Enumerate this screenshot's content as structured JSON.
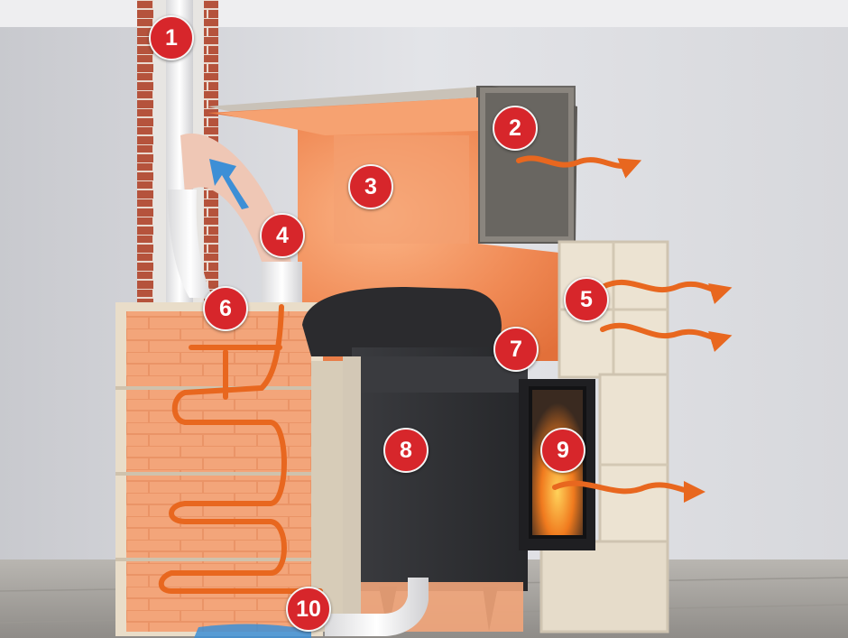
{
  "colors": {
    "wall": "#dcdde1",
    "floor": "#a9a6a1",
    "brick": "#b7553e",
    "hot_chamber": "#f08a55",
    "firebrick": "#f4b58d",
    "stove_body": "#2f3033",
    "flow_arrow": "#e8671f",
    "intake_arrow": "#3d8fd6",
    "marker": "#d7262b",
    "tile": "#ece3d2"
  },
  "markers": [
    {
      "label": "1",
      "part": "chimney"
    },
    {
      "label": "2",
      "part": "top heat accumulator"
    },
    {
      "label": "3",
      "part": "upper hot chamber"
    },
    {
      "label": "4",
      "part": "flue connector"
    },
    {
      "label": "5",
      "part": "tiled heat-radiating surface"
    },
    {
      "label": "6",
      "part": "flue gas channels"
    },
    {
      "label": "7",
      "part": "stove top plate"
    },
    {
      "label": "8",
      "part": "stove insert"
    },
    {
      "label": "9",
      "part": "fire door window"
    },
    {
      "label": "10",
      "part": "external air intake"
    }
  ]
}
